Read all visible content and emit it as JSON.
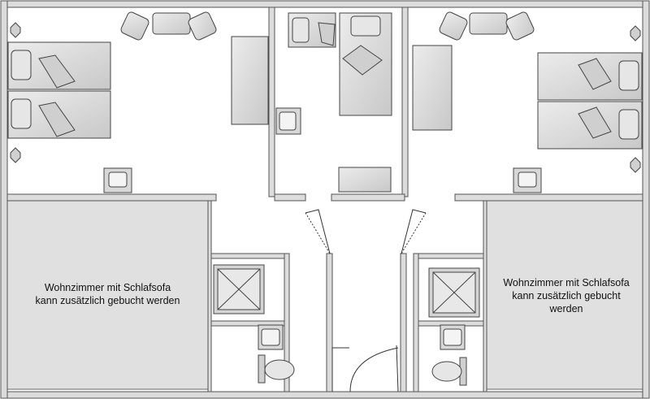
{
  "rooms": {
    "left_living": {
      "lines": [
        "Wohnzimmer mit Schlafsofa",
        "kann zusätzlich gebucht werden"
      ]
    },
    "right_living": {
      "lines": [
        "Wohnzimmer mit Schlafsofa",
        "kann zusätzlich gebucht",
        "werden"
      ]
    }
  },
  "colors": {
    "wall": "#dcdcdc",
    "wall_edge": "#555555",
    "furniture": "#d6d6d6",
    "furniture_edge": "#444444",
    "living_fill": "#e0e0e0",
    "background": "#ffffff"
  }
}
